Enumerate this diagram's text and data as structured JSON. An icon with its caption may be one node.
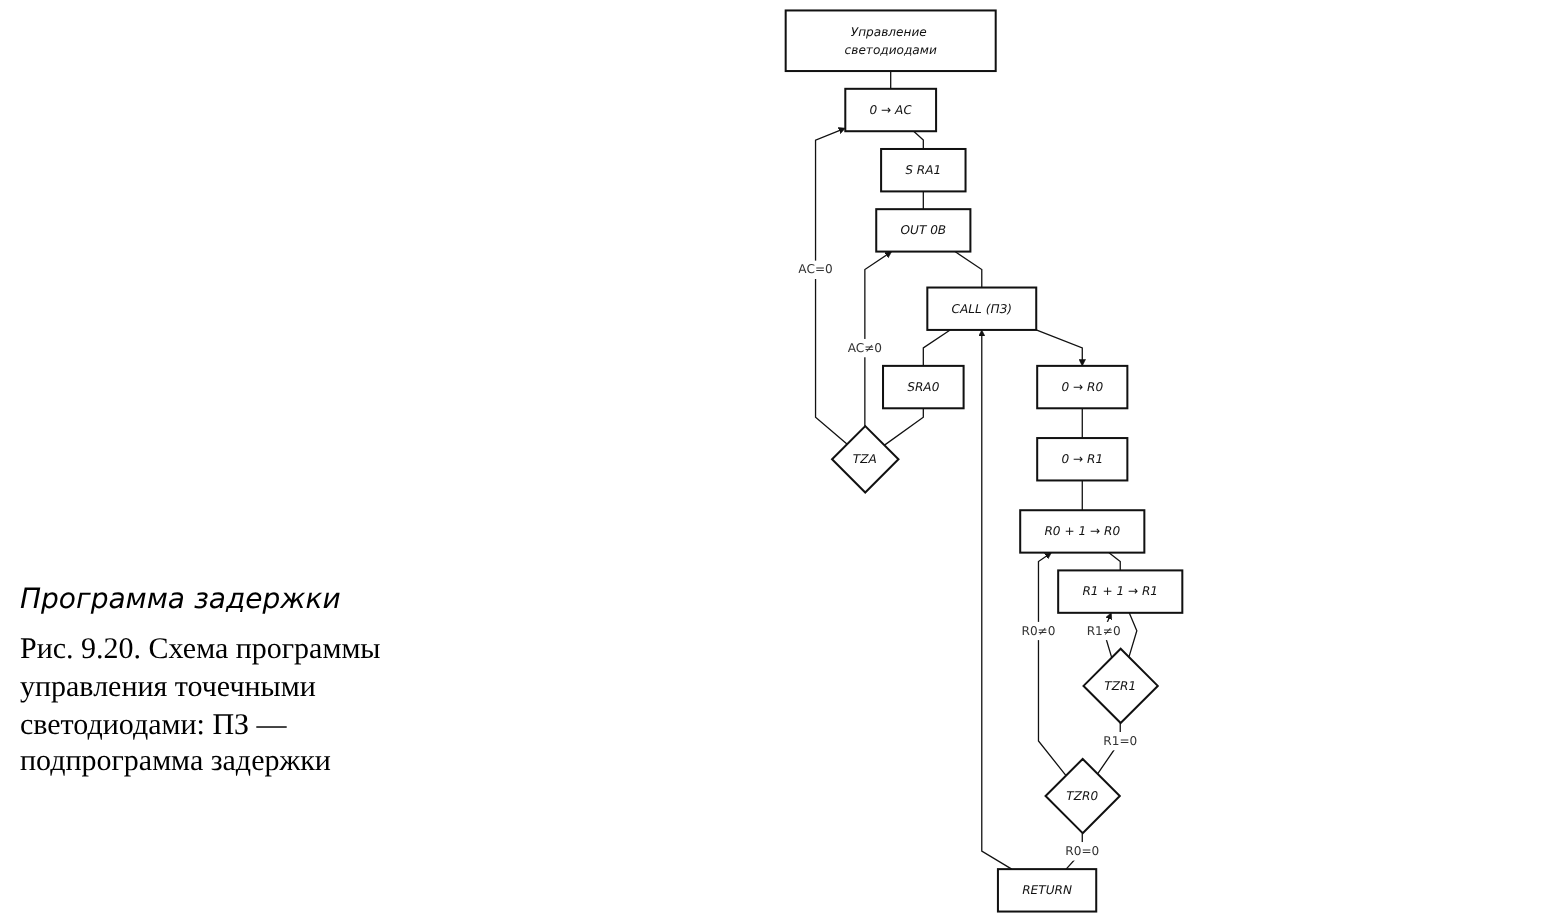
{
  "diagram": {
    "caption": "Рис. 9.20. Схема программы управления точечными светодиодами: ПЗ — подпрограмма задержки",
    "nodes": [
      {
        "text": [
          "Управление светодиодами"
        ]
      },
      {
        "text": [
          "0 → AC"
        ]
      },
      {
        "text": [
          "S RA1"
        ]
      },
      {
        "text": [
          "OUT 0B"
        ]
      },
      {
        "text": [
          "CALL (ПЗ)"
        ]
      },
      {
        "text": [
          "SRA0"
        ]
      },
      {
        "text": [
          "TZA"
        ]
      },
      {
        "text": [
          "0 → R0"
        ]
      },
      {
        "text": [
          "0 → R1"
        ]
      },
      {
        "text": [
          "R0 + 1 → R0"
        ]
      },
      {
        "text": [
          "R1 + 1 → R1"
        ]
      },
      {
        "text": [
          "TZR1"
        ]
      },
      {
        "text": [
          "TZR0"
        ]
      },
      {
        "text": [
          "RETURN"
        ]
      }
    ],
    "edges": [
      {
        "from": 0,
        "to": 1,
        "arrow": "none"
      },
      {
        "from": 1,
        "to": 2,
        "arrow": "none"
      },
      {
        "from": 2,
        "to": 3,
        "arrow": "none"
      },
      {
        "from": 3,
        "to": 4,
        "arrow": "none"
      },
      {
        "from": 4,
        "to": 5,
        "arrow": "none"
      },
      {
        "from": 5,
        "to": 6,
        "arrow": "none"
      },
      {
        "from": 6,
        "to": 3,
        "label": "AC≠0",
        "arrow": "to"
      },
      {
        "from": 6,
        "to": 1,
        "label": "AC=0",
        "arrow": "to"
      },
      {
        "from": 4,
        "to": 7,
        "arrow": "to"
      },
      {
        "from": 7,
        "to": 8,
        "arrow": "none"
      },
      {
        "from": 8,
        "to": 9,
        "arrow": "none"
      },
      {
        "from": 9,
        "to": 10,
        "arrow": "none"
      },
      {
        "from": 10,
        "to": 11,
        "arrow": "none"
      },
      {
        "from": 11,
        "to": 10,
        "label": "R1≠0",
        "arrow": "to"
      },
      {
        "from": 11,
        "to": 12,
        "label": "R1=0",
        "arrow": "none"
      },
      {
        "from": 12,
        "to": 9,
        "label": "R0≠0",
        "arrow": "to"
      },
      {
        "from": 12,
        "to": 13,
        "label": "R0=0",
        "arrow": "none"
      },
      {
        "from": 13,
        "to": 4,
        "arrow": "to"
      }
    ],
    "labels": [
      "Программа задержки"
    ]
  }
}
